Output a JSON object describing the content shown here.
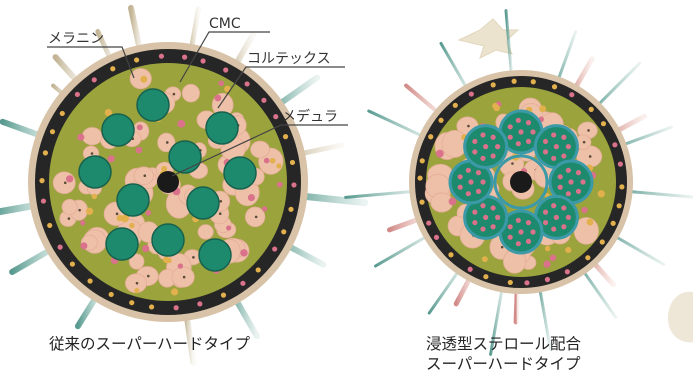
{
  "labels": {
    "melanin": "メラニン",
    "cmc": "CMC",
    "cortex": "コルテックス",
    "medulla": "メデュラ"
  },
  "captions": {
    "left": "従来のスーパーハードタイプ",
    "right_line1": "浸透型ステロール配合",
    "right_line2": "スーパーハードタイプ"
  },
  "colors": {
    "background": "#ffffff",
    "cuticle_black": "#262626",
    "cuticle_outer": "#d8c3a8",
    "cortex_olive": "#9aa33c",
    "cell_pink": "#eec0a8",
    "ingredient_teal": "#1d8a6d",
    "ingredient_dark": "#17614e",
    "melanin_pink": "#d9728a",
    "melanin_yellow": "#e2b04c",
    "medulla": "#1a1a1a",
    "ray_teal": "#5b9c91",
    "ray_pink": "#d38d8a",
    "star": "#ece3cf"
  }
}
